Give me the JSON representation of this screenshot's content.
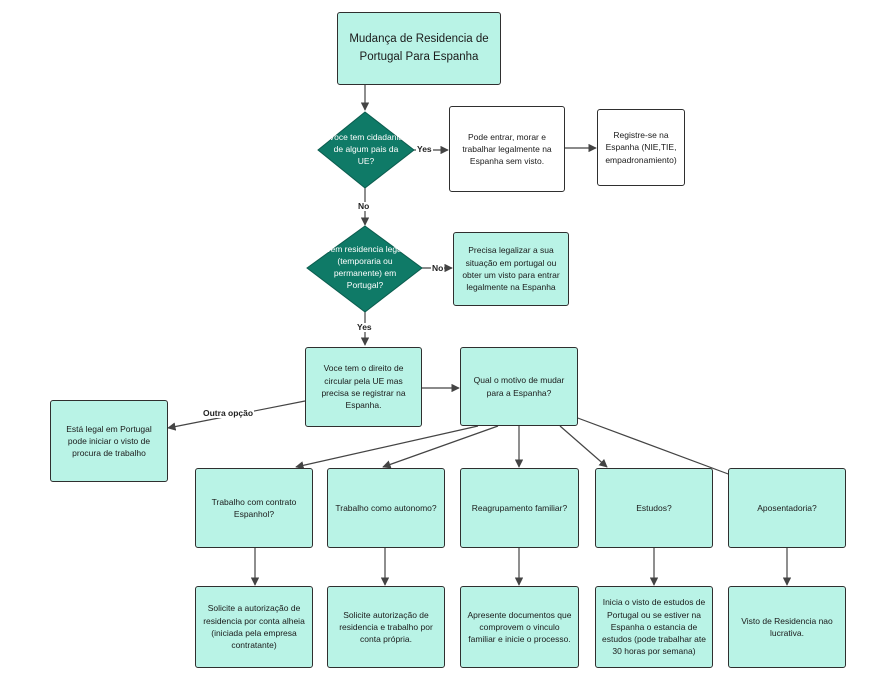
{
  "colors": {
    "box_fill": "#b9f3e6",
    "decision_fill": "#0f7a67",
    "line": "#444444"
  },
  "nodes": {
    "start": "Mudança de Residencia de Portugal Para Espanha",
    "q_eu": "Voce tem cidadania de algum pais da UE?",
    "eu_yes_result": "Pode entrar, morar e trabalhar legalmente na Espanha sem visto.",
    "register": "Registre-se na Espanha (NIE,TIE, empadronamiento)",
    "q_residence": "Tem residencia legal (temporaria ou permanente) em Portugal?",
    "legalize": "Precisa legalizar a sua situação em portugal ou obter um visto para entrar legalmente na Espanha",
    "circulate": "Voce tem o direito de circular pela UE mas precisa se registrar na Espanha.",
    "motive": "Qual o motivo de mudar para a Espanha?",
    "legal_portugal": "Está legal em Portugal pode iniciar o visto de procura de trabalho",
    "work_contract": "Trabalho com contrato Espanhol?",
    "self_employed": "Trabalho como autonomo?",
    "family": "Reagrupamento familiar?",
    "studies": "Estudos?",
    "retirement": "Aposentadoria?",
    "res_work_contract": "Solicite a autorização de residencia por conta alheia (iniciada pela empresa contratante)",
    "res_self_employed": "Solicite autorização de residencia e trabalho por conta própria.",
    "res_family": "Apresente documentos que comprovem o vinculo familiar e inicie o processo.",
    "res_studies": "Inicia o visto de estudos de Portugal ou se estiver na Espanha o estancia de estudos (pode trabalhar ate 30 horas por semana)",
    "res_retirement": "Visto de Residencia nao lucrativa."
  },
  "edges": {
    "yes1": "Yes",
    "no1": "No",
    "no2": "No",
    "yes2": "Yes",
    "other": "Outra opção"
  }
}
